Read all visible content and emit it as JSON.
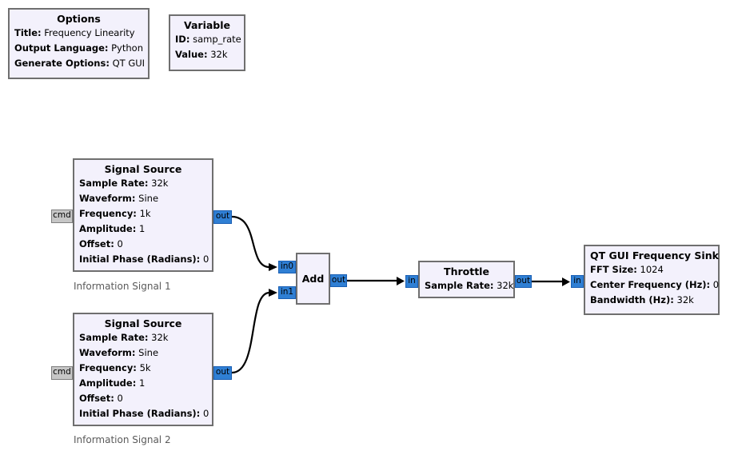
{
  "colors": {
    "canvas_bg": "#ffffff",
    "block_fill": "#f3f1fc",
    "block_border": "#6f6f6f",
    "port_blue": "#2f7fd4",
    "port_gray": "#c6c6c6",
    "wire": "#000000",
    "caption_text": "#5a5a5a"
  },
  "blocks": {
    "options": {
      "title": "Options",
      "params": [
        {
          "label": "Title:",
          "value": "Frequency Linearity"
        },
        {
          "label": "Output Language:",
          "value": "Python"
        },
        {
          "label": "Generate Options:",
          "value": "QT GUI"
        }
      ]
    },
    "variable": {
      "title": "Variable",
      "params": [
        {
          "label": "ID:",
          "value": "samp_rate"
        },
        {
          "label": "Value:",
          "value": "32k"
        }
      ]
    },
    "signal_source_1": {
      "title": "Signal Source",
      "params": [
        {
          "label": "Sample Rate:",
          "value": "32k"
        },
        {
          "label": "Waveform:",
          "value": "Sine"
        },
        {
          "label": "Frequency:",
          "value": "1k"
        },
        {
          "label": "Amplitude:",
          "value": "1"
        },
        {
          "label": "Offset:",
          "value": "0"
        },
        {
          "label": "Initial Phase (Radians):",
          "value": "0"
        }
      ],
      "caption": "Information Signal 1",
      "ports": {
        "cmd": "cmd",
        "out": "out"
      }
    },
    "signal_source_2": {
      "title": "Signal Source",
      "params": [
        {
          "label": "Sample Rate:",
          "value": "32k"
        },
        {
          "label": "Waveform:",
          "value": "Sine"
        },
        {
          "label": "Frequency:",
          "value": "5k"
        },
        {
          "label": "Amplitude:",
          "value": "1"
        },
        {
          "label": "Offset:",
          "value": "0"
        },
        {
          "label": "Initial Phase (Radians):",
          "value": "0"
        }
      ],
      "caption": "Information Signal 2",
      "ports": {
        "cmd": "cmd",
        "out": "out"
      }
    },
    "add": {
      "title": "Add",
      "ports": {
        "in0": "in0",
        "in1": "in1",
        "out": "out"
      }
    },
    "throttle": {
      "title": "Throttle",
      "params": [
        {
          "label": "Sample Rate:",
          "value": "32k"
        }
      ],
      "ports": {
        "in": "in",
        "out": "out"
      }
    },
    "freq_sink": {
      "title": "QT GUI Frequency Sink",
      "params": [
        {
          "label": "FFT Size:",
          "value": "1024"
        },
        {
          "label": "Center Frequency (Hz):",
          "value": "0"
        },
        {
          "label": "Bandwidth (Hz):",
          "value": "32k"
        }
      ],
      "ports": {
        "in": "in"
      }
    }
  }
}
